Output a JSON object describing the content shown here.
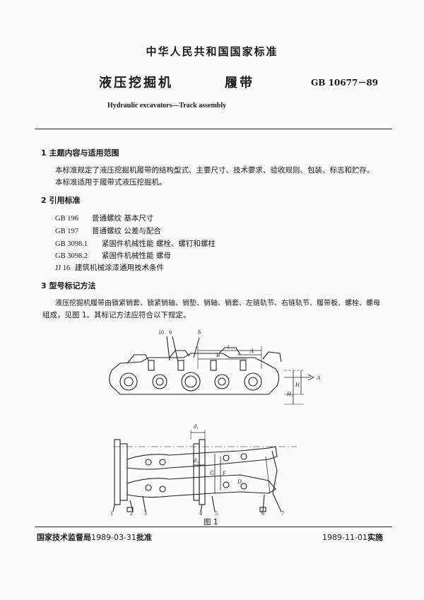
{
  "header": {
    "national_standard": "中华人民共和国国家标准",
    "title_cn_part1": "液压挖掘机",
    "title_cn_part2": "履带",
    "standard_number": "GB 10677－89",
    "title_en": "Hydraulic excavators—Track assembly"
  },
  "sections": [
    {
      "heading": "1  主题内容与适用范围",
      "paragraphs": [
        "本标准规定了液压挖掘机履带的结构型式、主要尺寸、技术要求、验收规则、包装、标志和贮存。",
        "本标准适用于履带式液压挖掘机。"
      ]
    },
    {
      "heading": "2  引用标准",
      "references": [
        {
          "code": "GB 196",
          "title": "普通螺纹  基本尺寸"
        },
        {
          "code": "GB 197",
          "title": "普通螺纹  公差与配合"
        },
        {
          "code": "GB 3098.1",
          "title": "紧固件机械性能  螺栓、螺钉和螺柱"
        },
        {
          "code": "GB 3098.2",
          "title": "紧固件机械性能  螺母"
        },
        {
          "code": "JJ 16",
          "title": "建筑机械涂漆通用技术条件"
        }
      ]
    },
    {
      "heading": "3  型号标记方法",
      "paragraphs": [
        "液压挖掘机履带由锁紧销套、锁紧销轴、销垫、销轴、销套、左链轨节、右链轨节、履带板、螺栓、螺母",
        "组成，见图 1。其标记方法应符合以下规定。"
      ]
    }
  ],
  "figure": {
    "caption": "图 1",
    "top_labels": [
      "10",
      "9",
      "8"
    ],
    "dim_labels": {
      "pitch": "t",
      "b": "B",
      "a": "A",
      "h": "H",
      "h1": "H₁",
      "arrow_a": "A",
      "d1": "d₁",
      "d3": "d₃",
      "d2": "D₂",
      "g": "G",
      "f": "F"
    },
    "part_numbers": [
      "1",
      "2",
      "3",
      "4",
      "5",
      "6",
      "7"
    ]
  },
  "footer": {
    "issuer": "国家技术监督局",
    "approved_date": "1989-03-31",
    "approved_label": "批准",
    "effective_date": "1989-11-01",
    "effective_label": "实施"
  }
}
